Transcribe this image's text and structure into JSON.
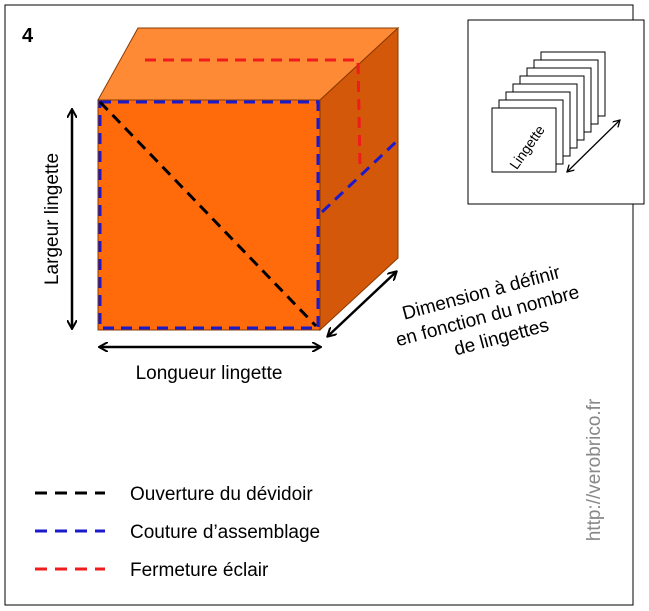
{
  "step_number": "4",
  "labels": {
    "width": "Largeur lingette",
    "length": "Longueur lingette",
    "depth_line1": "Dimension à définir",
    "depth_line2": "en fonction du nombre",
    "depth_line3": "de lingettes"
  },
  "inset": {
    "sheet_label": "Lingette",
    "sheet_count": 8
  },
  "legend": [
    {
      "label": "Ouverture du dévidoir",
      "color": "#000000"
    },
    {
      "label": "Couture d’assemblage",
      "color": "#1a1acc"
    },
    {
      "label": "Fermeture éclair",
      "color": "#ee1c1c"
    }
  ],
  "watermark": "http://verobrico.fr",
  "colors": {
    "front": "#ff6a0a",
    "top": "#ff8a35",
    "side": "#d4580a"
  }
}
